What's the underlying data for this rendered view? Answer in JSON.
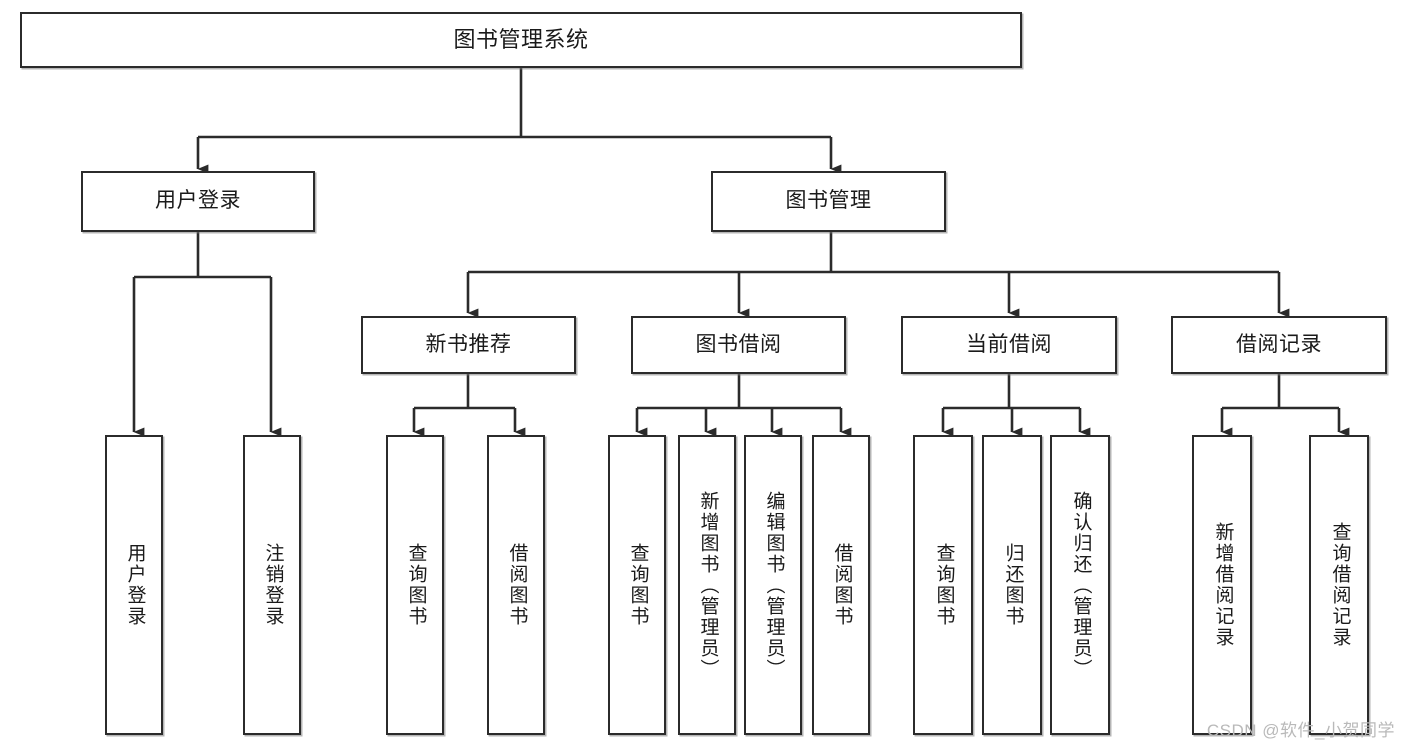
{
  "diagram": {
    "title": "图书管理系统",
    "type": "tree",
    "orientation": "top-down",
    "colors": {
      "box_border": "#2b2b2b",
      "box_fill": "#ffffff",
      "connector": "#2b2b2b",
      "text": "#1a1a1a",
      "watermark": "#b9b9b9",
      "background": "#ffffff"
    },
    "nodes": {
      "root": {
        "label": "图书管理系统"
      },
      "level1": [
        {
          "id": "user-login",
          "label": "用户登录"
        },
        {
          "id": "book-manage",
          "label": "图书管理"
        }
      ],
      "level2": [
        {
          "id": "new-book-recommend",
          "label": "新书推荐",
          "parent": "book-manage"
        },
        {
          "id": "book-borrow",
          "label": "图书借阅",
          "parent": "book-manage"
        },
        {
          "id": "current-borrow",
          "label": "当前借阅",
          "parent": "book-manage"
        },
        {
          "id": "borrow-record",
          "label": "借阅记录",
          "parent": "book-manage"
        }
      ],
      "leaves": [
        {
          "id": "leaf-user-login",
          "label": "用户登录",
          "parent": "user-login"
        },
        {
          "id": "leaf-user-logout",
          "label": "注销登录",
          "parent": "user-login"
        },
        {
          "id": "leaf-query-book-1",
          "label": "查询图书",
          "parent": "new-book-recommend"
        },
        {
          "id": "leaf-borrow-book-1",
          "label": "借阅图书",
          "parent": "new-book-recommend"
        },
        {
          "id": "leaf-query-book-2",
          "label": "查询图书",
          "parent": "book-borrow"
        },
        {
          "id": "leaf-add-book",
          "label": "新增图书（管理员）",
          "parent": "book-borrow"
        },
        {
          "id": "leaf-edit-book",
          "label": "编辑图书（管理员）",
          "parent": "book-borrow"
        },
        {
          "id": "leaf-borrow-book-2",
          "label": "借阅图书",
          "parent": "book-borrow"
        },
        {
          "id": "leaf-query-book-3",
          "label": "查询图书",
          "parent": "current-borrow"
        },
        {
          "id": "leaf-return-book",
          "label": "归还图书",
          "parent": "current-borrow"
        },
        {
          "id": "leaf-confirm-return",
          "label": "确认归还（管理员）",
          "parent": "current-borrow"
        },
        {
          "id": "leaf-add-record",
          "label": "新增借阅记录",
          "parent": "borrow-record"
        },
        {
          "id": "leaf-query-record",
          "label": "查询借阅记录",
          "parent": "borrow-record"
        }
      ]
    }
  },
  "watermark": {
    "text": "CSDN @软件_小贺同学"
  }
}
